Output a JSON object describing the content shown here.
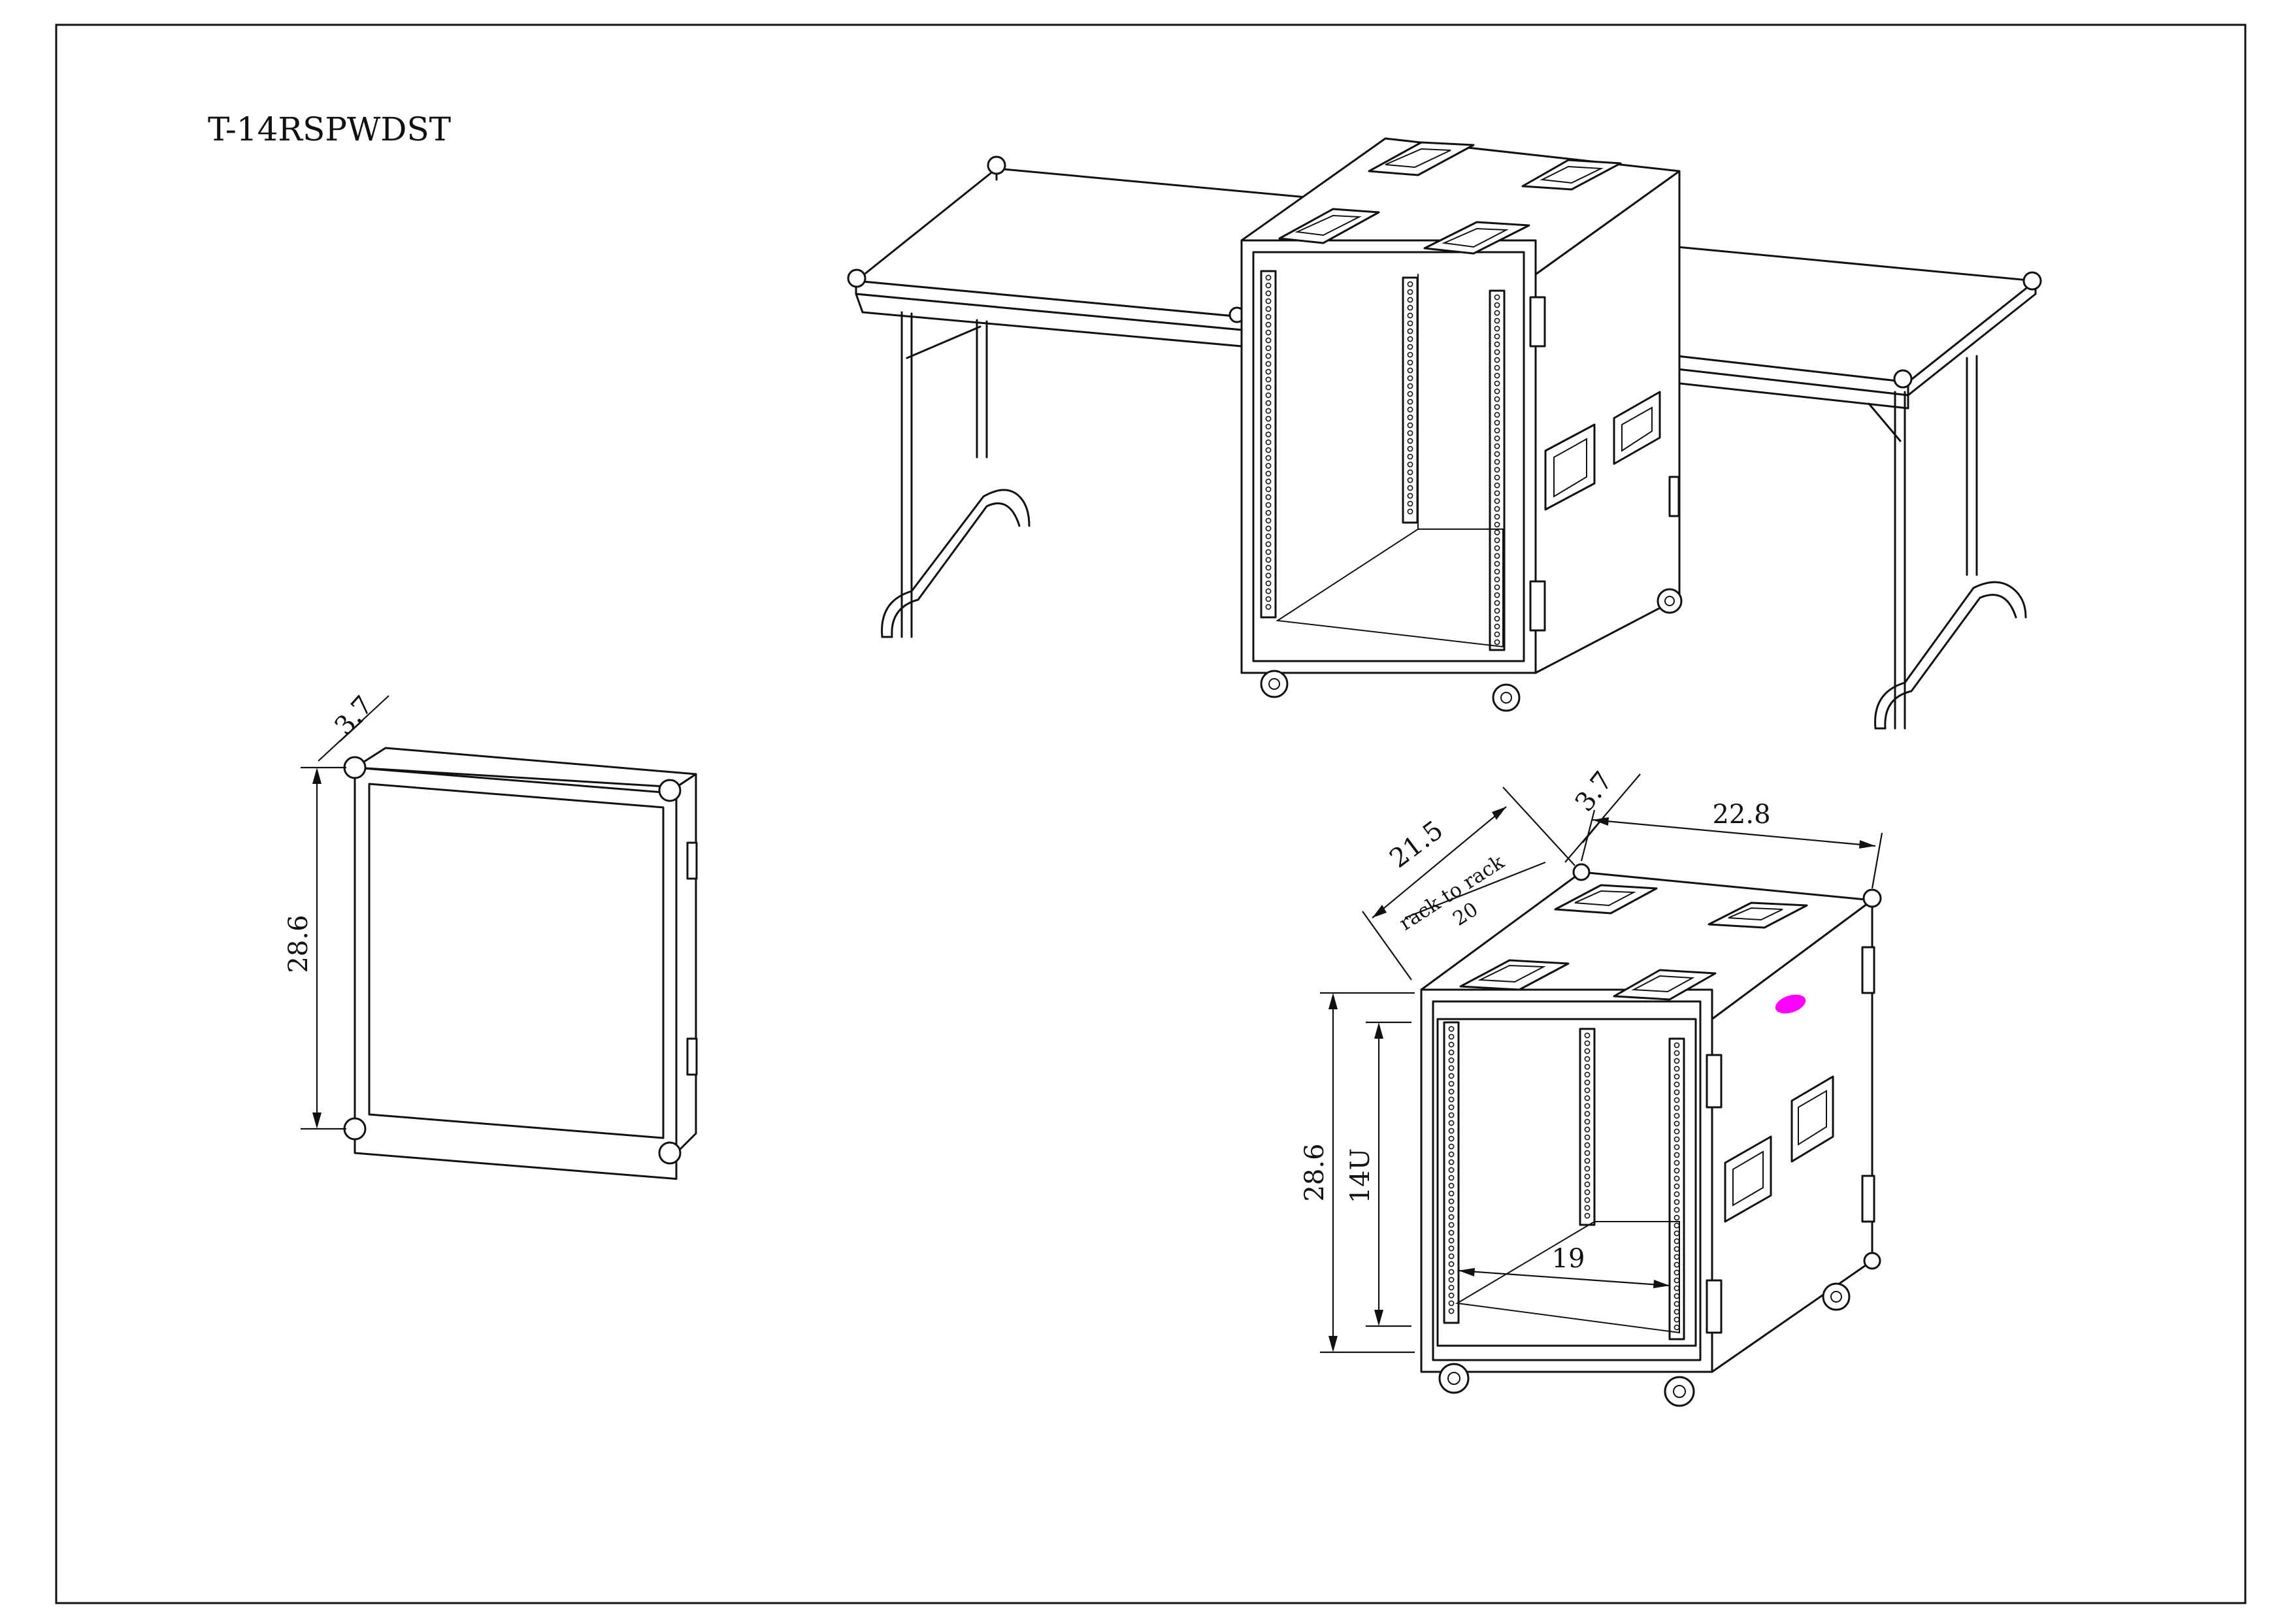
{
  "drawing": {
    "model": "T-14RSPWDST"
  },
  "dimensions": {
    "lid_height": "28.6",
    "lid_depth": "3.7",
    "case_height": "28.6",
    "rack_units": "14U",
    "case_depth": "21.5",
    "rack_to_rack_label": "rack to rack",
    "rack_to_rack": "20",
    "front_lid_depth": "3.7",
    "case_width": "22.8",
    "rail_width": "19"
  },
  "colors": {
    "line": "#111111",
    "marker": "#ff00ff"
  }
}
